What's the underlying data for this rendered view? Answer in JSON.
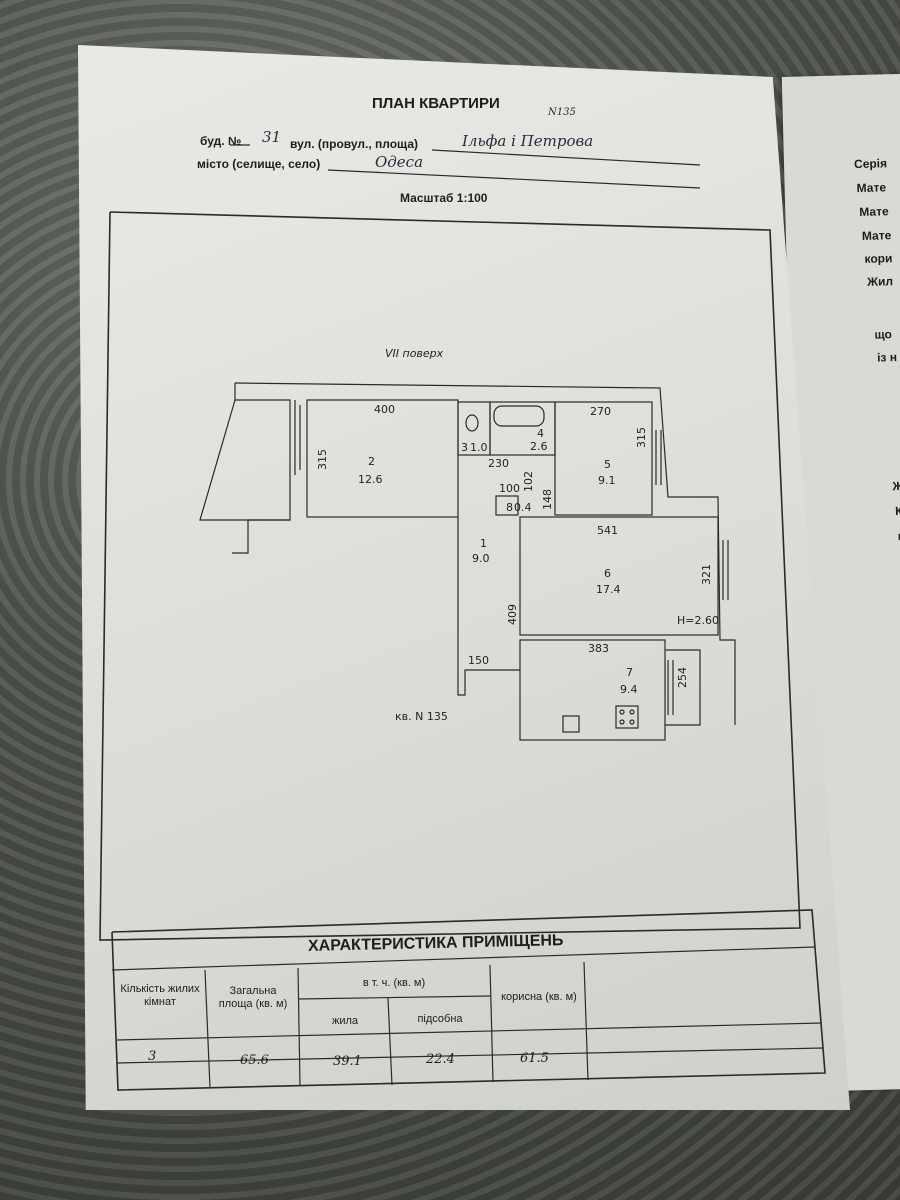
{
  "header": {
    "title": "ПЛАН КВАРТИРИ",
    "title_note": "N135",
    "building_label": "буд. №",
    "building_number": "31",
    "street_label": "вул. (провул., площа)",
    "street_value": "Ільфа і Петрова",
    "city_label": "місто (селище, село)",
    "city_value": "Одеса",
    "scale": "Масштаб 1:100"
  },
  "plan": {
    "floor": "VII поверх",
    "apartment": "кв. N 135",
    "ceiling_height": "H=2.60",
    "rooms": [
      {
        "number": "1",
        "area": "9.0"
      },
      {
        "number": "2",
        "area": "12.6"
      },
      {
        "number": "3",
        "area": "1.0"
      },
      {
        "number": "4",
        "area": "2.6"
      },
      {
        "number": "5",
        "area": "9.1"
      },
      {
        "number": "6",
        "area": "17.4"
      },
      {
        "number": "7",
        "area": "9.4"
      },
      {
        "number": "8",
        "area": "0.4"
      }
    ],
    "dimensions": {
      "room2_width": "400",
      "room2_depth": "315",
      "room5_width": "270",
      "room5_depth": "315",
      "corridor_width": "230",
      "closet_depth": "102",
      "closet_width": "100",
      "closet_side": "148",
      "room6_width": "541",
      "room6_depth": "321",
      "corridor_length": "409",
      "entry_width": "150",
      "kitchen_width": "383",
      "kitchen_depth": "254"
    }
  },
  "table": {
    "title": "ХАРАКТЕРИСТИКА ПРИМІЩЕНЬ",
    "headers": {
      "rooms_count": "Кількість жилих кімнат",
      "total_area": "Загальна площа (кв. м)",
      "incl": "в т. ч. (кв. м)",
      "living": "жила",
      "auxiliary": "підсобна",
      "useful": "корисна (кв. м)"
    },
    "values": {
      "rooms_count": "3",
      "total_area": "65.6",
      "living": "39.1",
      "auxiliary": "22.4",
      "useful": "61.5"
    }
  },
  "right_page": [
    "Серія",
    "Мате",
    "Мате",
    "Мате",
    "кори",
    "Жил",
    "що",
    "із н",
    "Ж",
    "К",
    "к"
  ]
}
